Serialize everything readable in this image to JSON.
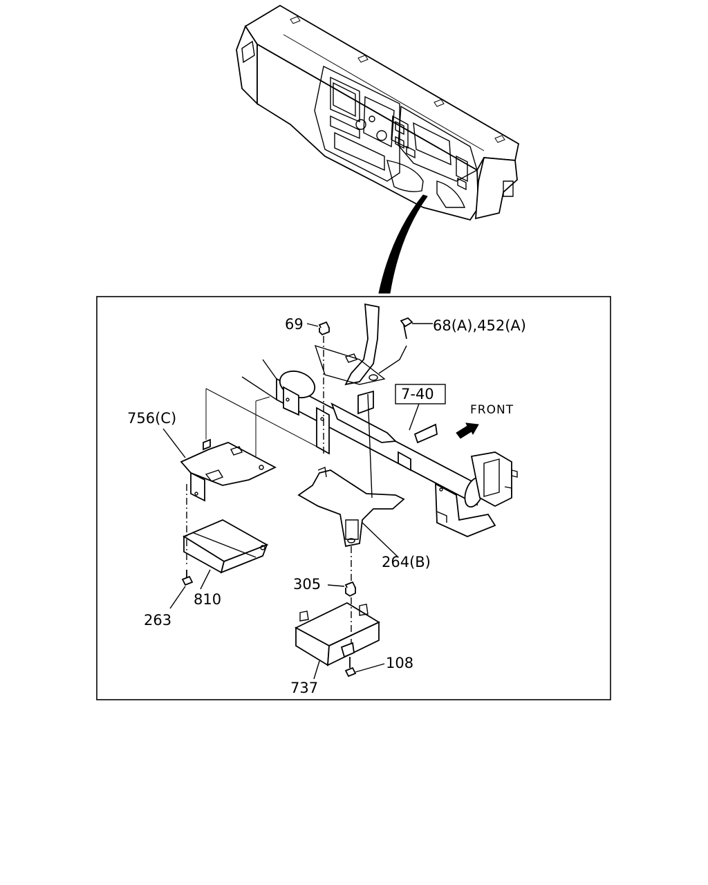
{
  "diagram": {
    "orientation_label": "FRONT",
    "reference_box": "7-40",
    "callouts": [
      {
        "id": "69",
        "text": "69"
      },
      {
        "id": "68a-452a",
        "text": "68(A),452(A)"
      },
      {
        "id": "756c",
        "text": "756(C)"
      },
      {
        "id": "264b",
        "text": "264(B)"
      },
      {
        "id": "305",
        "text": "305"
      },
      {
        "id": "810",
        "text": "810"
      },
      {
        "id": "263",
        "text": "263"
      },
      {
        "id": "108",
        "text": "108"
      },
      {
        "id": "737",
        "text": "737"
      }
    ]
  }
}
